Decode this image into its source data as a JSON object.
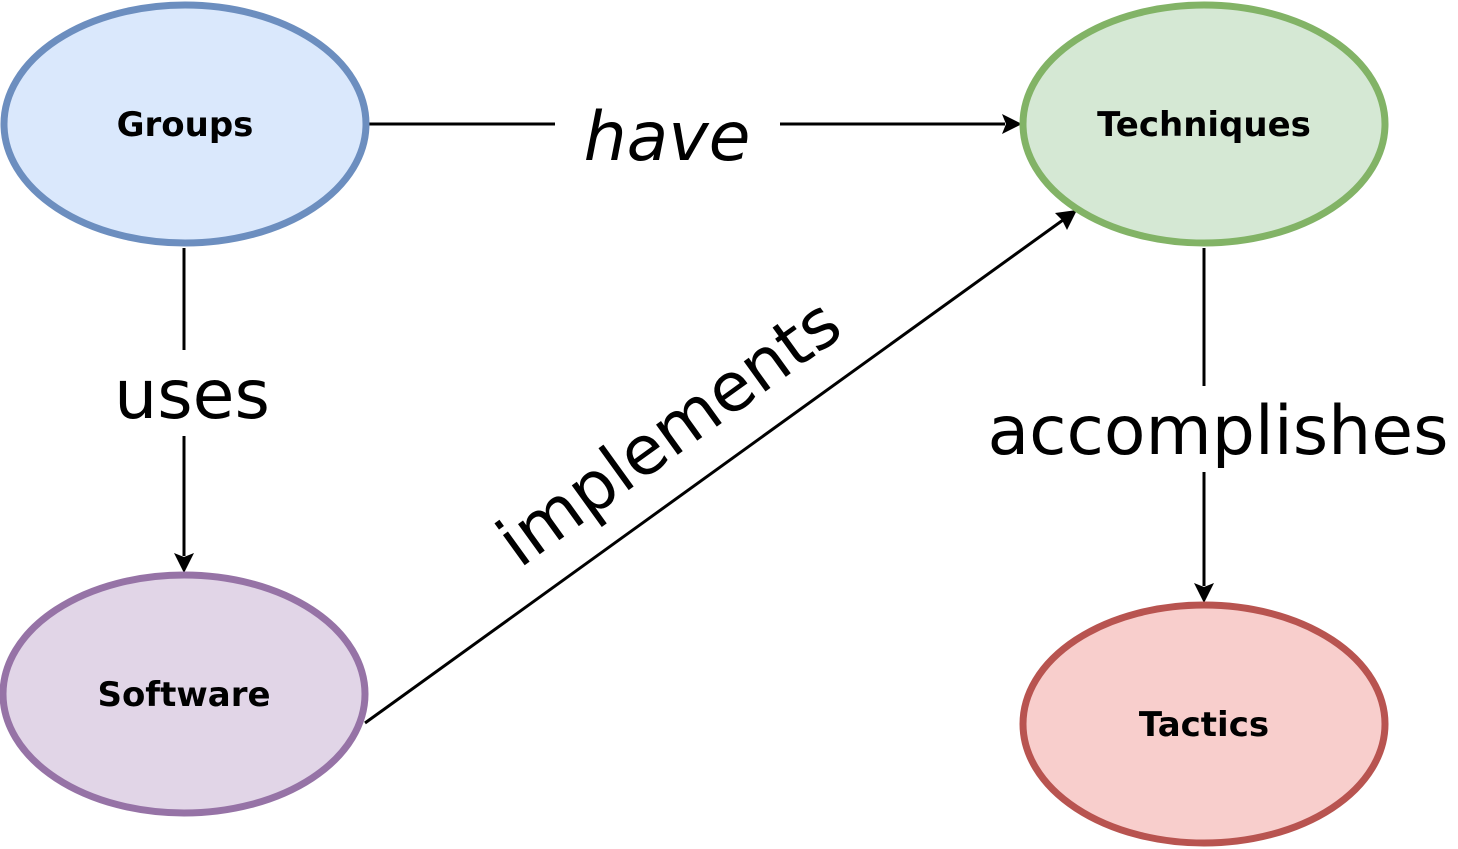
{
  "nodes": {
    "groups": {
      "label": "Groups",
      "fill": "#dae8fc",
      "stroke": "#6c8ebf"
    },
    "techniques": {
      "label": "Techniques",
      "fill": "#d5e8d4",
      "stroke": "#82b366"
    },
    "software": {
      "label": "Software",
      "fill": "#e1d5e7",
      "stroke": "#9673a6"
    },
    "tactics": {
      "label": "Tactics",
      "fill": "#f8cecc",
      "stroke": "#b85450"
    }
  },
  "edges": {
    "have": {
      "label": "have",
      "from": "Groups",
      "to": "Techniques"
    },
    "uses": {
      "label": "uses",
      "from": "Groups",
      "to": "Software"
    },
    "implements": {
      "label": "implements",
      "from": "Software",
      "to": "Techniques"
    },
    "accomplishes": {
      "label": "accomplishes",
      "from": "Techniques",
      "to": "Tactics"
    }
  }
}
